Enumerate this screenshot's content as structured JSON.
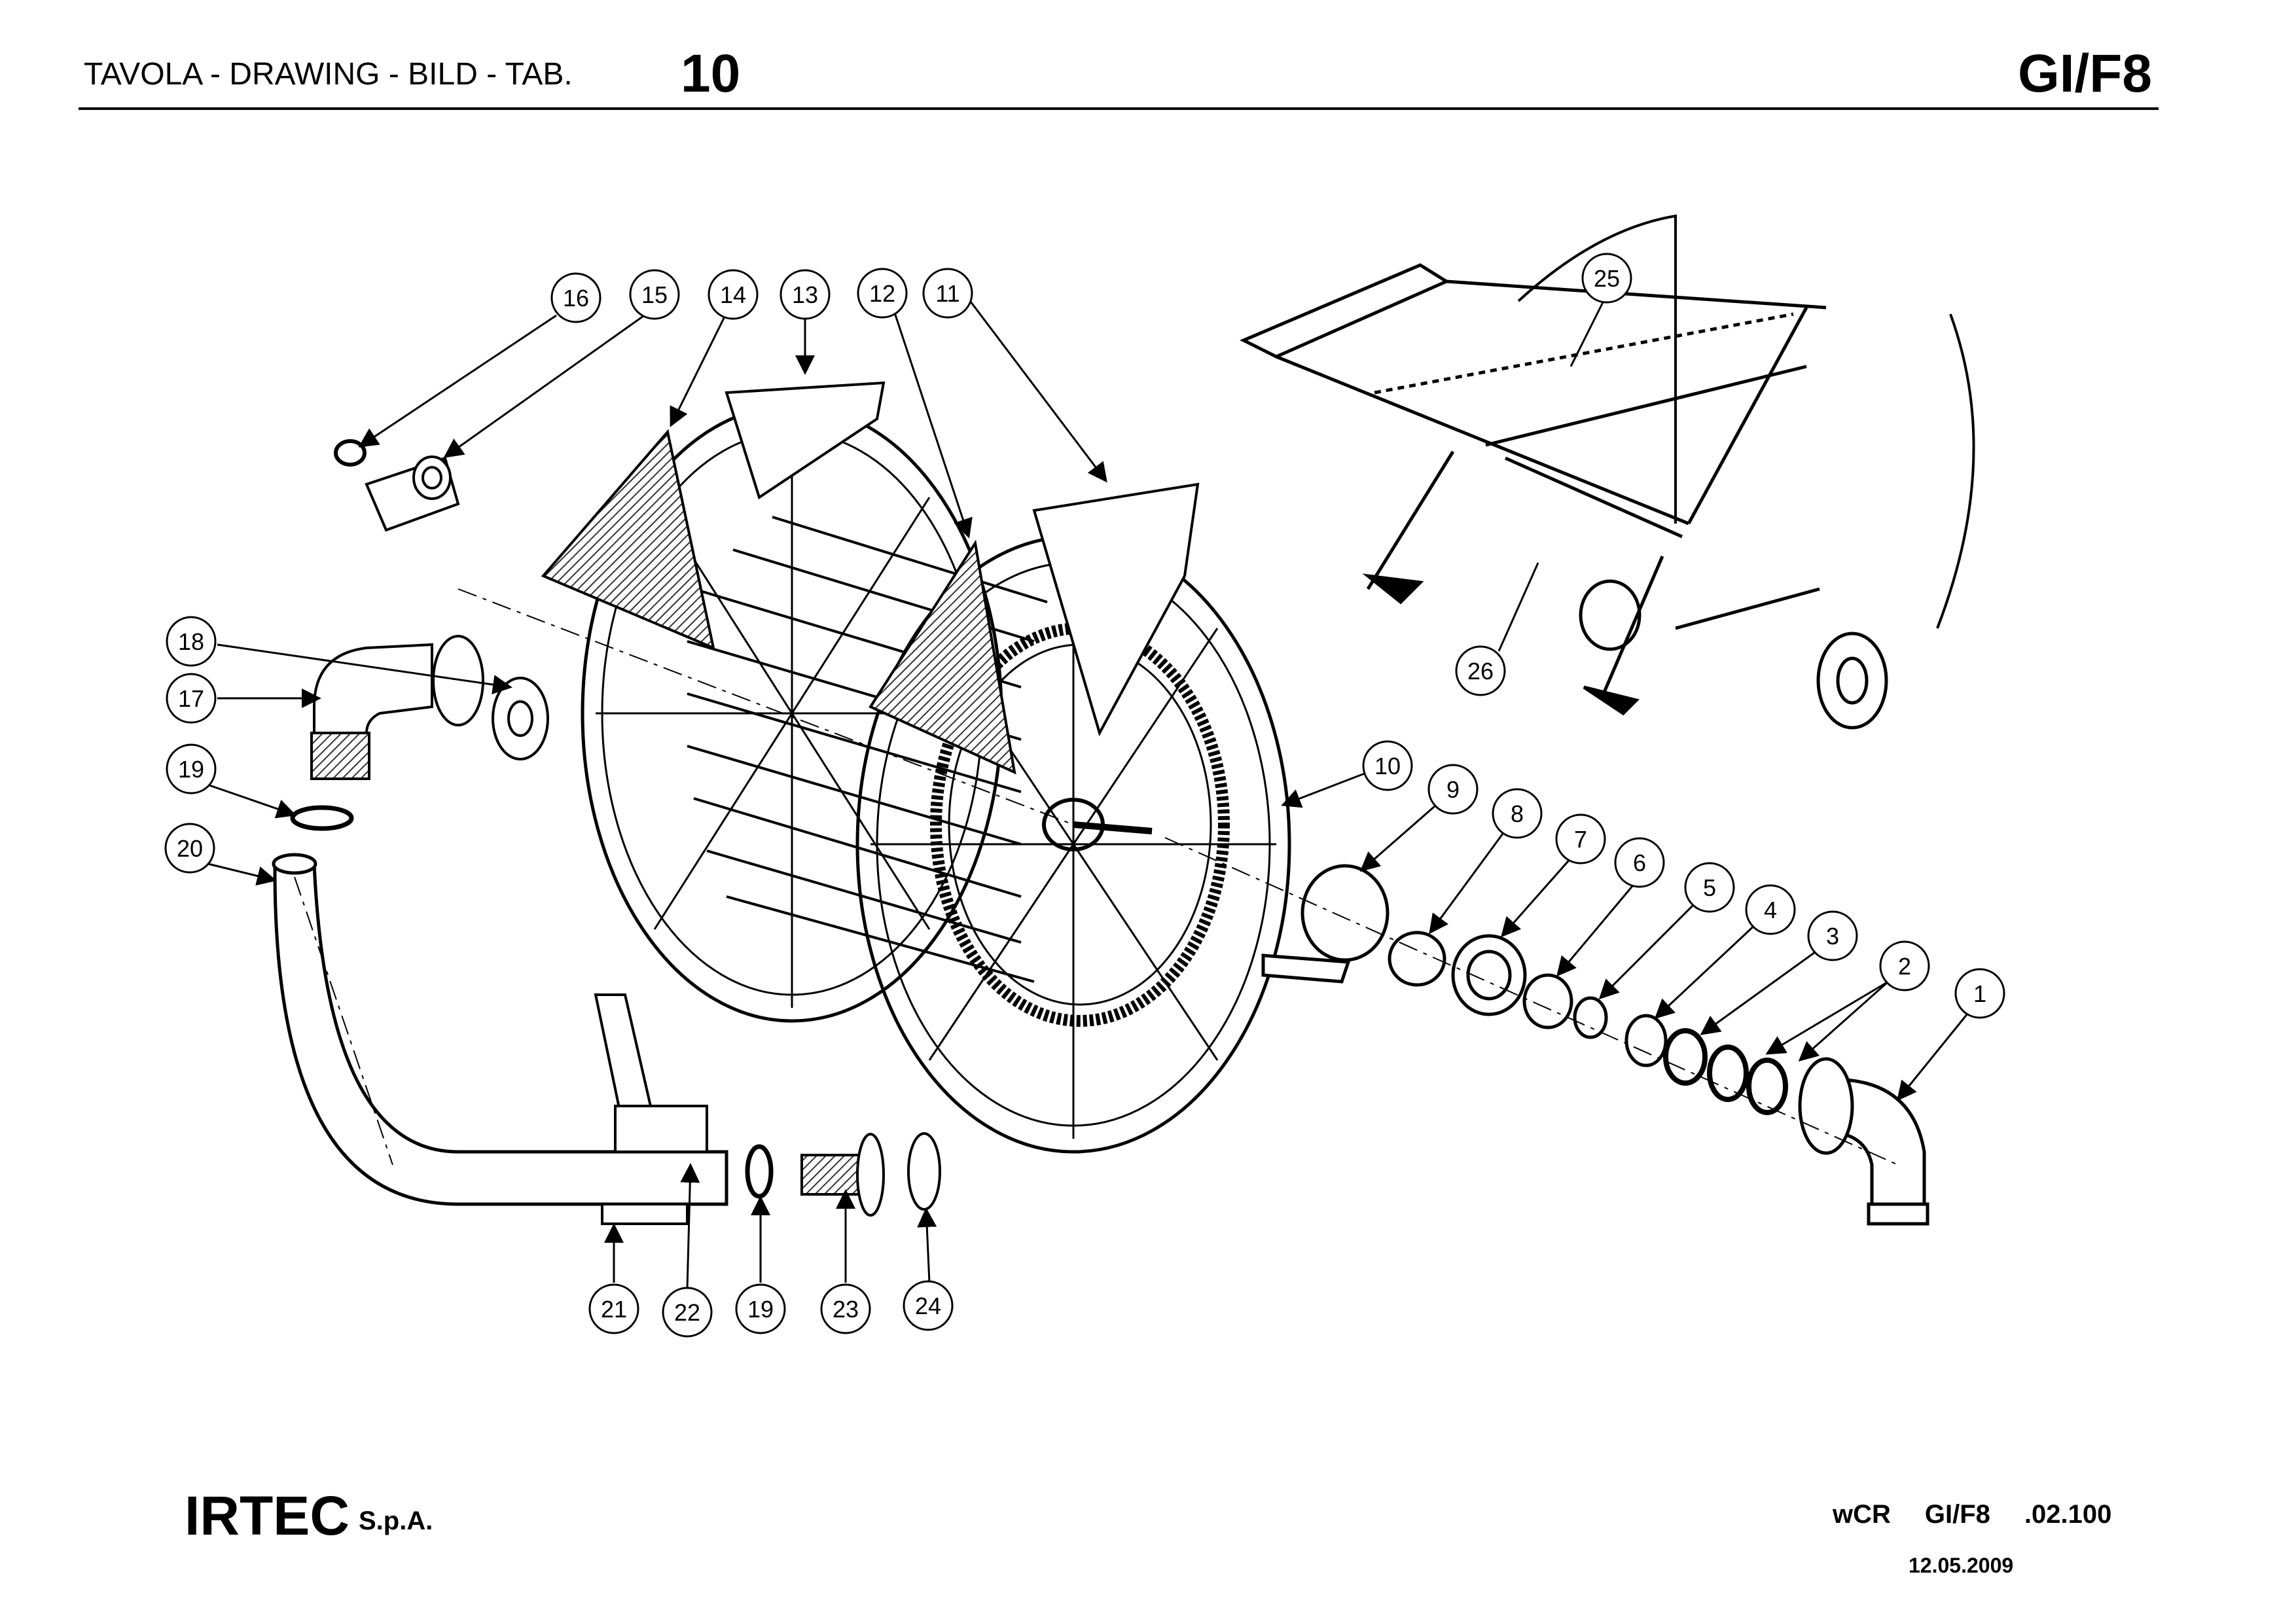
{
  "header": {
    "title": "TAVOLA - DRAWING - BILD - TAB.",
    "table_number": "10",
    "model_code": "GI/F8"
  },
  "callouts": [
    {
      "id": "c1",
      "label": "1"
    },
    {
      "id": "c2",
      "label": "2"
    },
    {
      "id": "c3",
      "label": "3"
    },
    {
      "id": "c4",
      "label": "4"
    },
    {
      "id": "c5",
      "label": "5"
    },
    {
      "id": "c6",
      "label": "6"
    },
    {
      "id": "c7",
      "label": "7"
    },
    {
      "id": "c8",
      "label": "8"
    },
    {
      "id": "c9",
      "label": "9"
    },
    {
      "id": "c10",
      "label": "10"
    },
    {
      "id": "c11",
      "label": "11"
    },
    {
      "id": "c12",
      "label": "12"
    },
    {
      "id": "c13",
      "label": "13"
    },
    {
      "id": "c14",
      "label": "14"
    },
    {
      "id": "c15",
      "label": "15"
    },
    {
      "id": "c16",
      "label": "16"
    },
    {
      "id": "c17",
      "label": "17"
    },
    {
      "id": "c18",
      "label": "18"
    },
    {
      "id": "c19a",
      "label": "19"
    },
    {
      "id": "c20",
      "label": "20"
    },
    {
      "id": "c21",
      "label": "21"
    },
    {
      "id": "c22",
      "label": "22"
    },
    {
      "id": "c19b",
      "label": "19"
    },
    {
      "id": "c23",
      "label": "23"
    },
    {
      "id": "c24",
      "label": "24"
    },
    {
      "id": "c25",
      "label": "25"
    },
    {
      "id": "c26",
      "label": "26"
    }
  ],
  "footer": {
    "company": "IRTEC",
    "company_suffix": "S.p.A.",
    "doc_prefix": "wCR",
    "doc_model": "GI/F8",
    "doc_number": ".02.100",
    "date": "12.05.2009"
  }
}
